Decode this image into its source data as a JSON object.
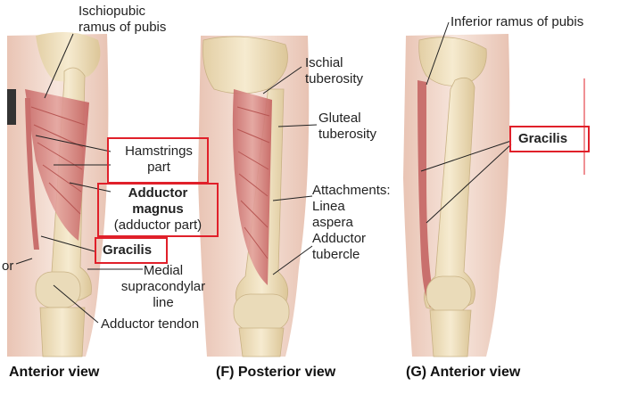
{
  "panel_e": {
    "labels": {
      "ischiopubic_line1": "Ischiopubic",
      "ischiopubic_line2": "ramus of pubis",
      "hamstrings_line1": "Hamstrings",
      "hamstrings_line2": "part",
      "adductor_line1": "Adductor",
      "adductor_line2": "magnus",
      "adductor_line3": "(adductor part)",
      "gracilis": "Gracilis",
      "cut_off": "or",
      "medial_line1": "Medial",
      "medial_line2": "supracondylar",
      "medial_line3": "line",
      "adductor_tendon": "Adductor tendon"
    },
    "caption": "Anterior view"
  },
  "panel_f": {
    "labels": {
      "ischial_line1": "Ischial",
      "ischial_line2": "tuberosity",
      "gluteal_line1": "Gluteal",
      "gluteal_line2": "tuberosity",
      "attach_line1": "Attachments:",
      "attach_line2": "Linea",
      "attach_line3": "aspera",
      "attach_line4": "Adductor",
      "attach_line5": "tubercle"
    },
    "caption": "(F) Posterior view"
  },
  "panel_g": {
    "labels": {
      "inferior_ramus": "Inferior ramus of pubis",
      "gracilis": "Gracilis"
    },
    "caption": "(G) Anterior view"
  },
  "colors": {
    "highlight_box": "#e0202a",
    "muscle": "#d98d8a",
    "bone": "#eeddb8",
    "skin": "#f3dcd0"
  }
}
